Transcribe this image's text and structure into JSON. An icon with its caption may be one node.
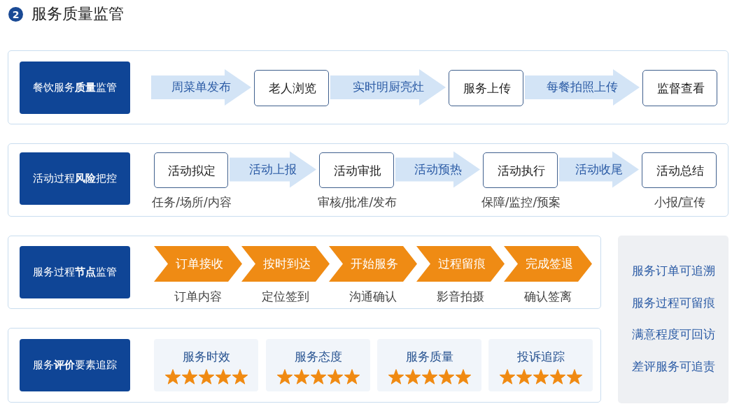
{
  "diagram": {
    "title": "服务质量监管",
    "nodes": [
      {
        "text": [],
        "shape": "box"
      },
      {
        "text": [
          "餐饮服务**质量**监管"
        ],
        "in": 0
      },
      {
        "text": [
          "老人浏览"
        ],
        "in": 0
      },
      {
        "text": [
          "服务上传"
        ],
        "in": 0
      },
      {
        "text": [
          "监督查看"
        ],
        "in": 0
      },
      {
        "text": [],
        "shape": "box"
      },
      {
        "text": [
          "活动过程**风险**把控"
        ],
        "in": 5
      },
      {
        "text": [
          "活动拟定"
        ],
        "beside": [
          "任务/场所/内容"
        ],
        "in": 5
      },
      {
        "text": [
          "活动审批"
        ],
        "beside": [
          "审核/批准/发布"
        ],
        "in": 5
      },
      {
        "text": [
          "活动执行"
        ],
        "beside": [
          "保障/监控/预案"
        ],
        "in": 5
      },
      {
        "text": [
          "活动总结"
        ],
        "beside": [
          "小报/宣传"
        ],
        "in": 5
      },
      {
        "text": [],
        "shape": "box"
      },
      {
        "text": [
          "服务过程**节点**监管"
        ],
        "in": 11
      },
      {
        "text": [
          "订单接收"
        ],
        "beside": [
          "订单内容"
        ],
        "in": 11
      },
      {
        "text": [
          "按时到达"
        ],
        "beside": [
          "定位签到"
        ],
        "in": 11
      },
      {
        "text": [
          "开始服务"
        ],
        "beside": [
          "沟通确认"
        ],
        "in": 11
      },
      {
        "text": [
          "过程留痕"
        ],
        "beside": [
          "影音拍摄"
        ],
        "in": 11
      },
      {
        "text": [
          "完成签退"
        ],
        "beside": [
          "确认签离"
        ],
        "in": 11
      },
      {
        "text": [],
        "shape": "box"
      },
      {
        "text": [
          "服务**评价**要素追踪"
        ],
        "in": 18
      },
      {
        "text": [
          "服务时效"
        ],
        "in": 18
      },
      {
        "text": [
          "服务态度"
        ],
        "in": 18
      },
      {
        "text": [
          "服务质量"
        ],
        "in": 18
      },
      {
        "text": [
          "投诉追踪"
        ],
        "in": 18
      },
      {
        "text": [
          "服务订单可追溯",
          "服务过程可留痕",
          "满意程度可回访",
          "差评服务可追责"
        ]
      }
    ],
    "edges": [
      {
        "from": null,
        "to": 2,
        "arrow": "to",
        "label": "周菜单发布"
      },
      {
        "from": 2,
        "to": 3,
        "arrow": "to",
        "label": "实时明厨亮灶"
      },
      {
        "from": 3,
        "to": 4,
        "arrow": "to",
        "label": "每餐拍照上传"
      },
      {
        "from": 7,
        "to": 8,
        "arrow": "to",
        "label": "活动上报"
      },
      {
        "from": 8,
        "to": 9,
        "arrow": "to",
        "label": "活动预热"
      },
      {
        "from": 9,
        "to": 10,
        "arrow": "to",
        "label": "活动收尾"
      }
    ],
    "labels": [
      "2"
    ]
  }
}
